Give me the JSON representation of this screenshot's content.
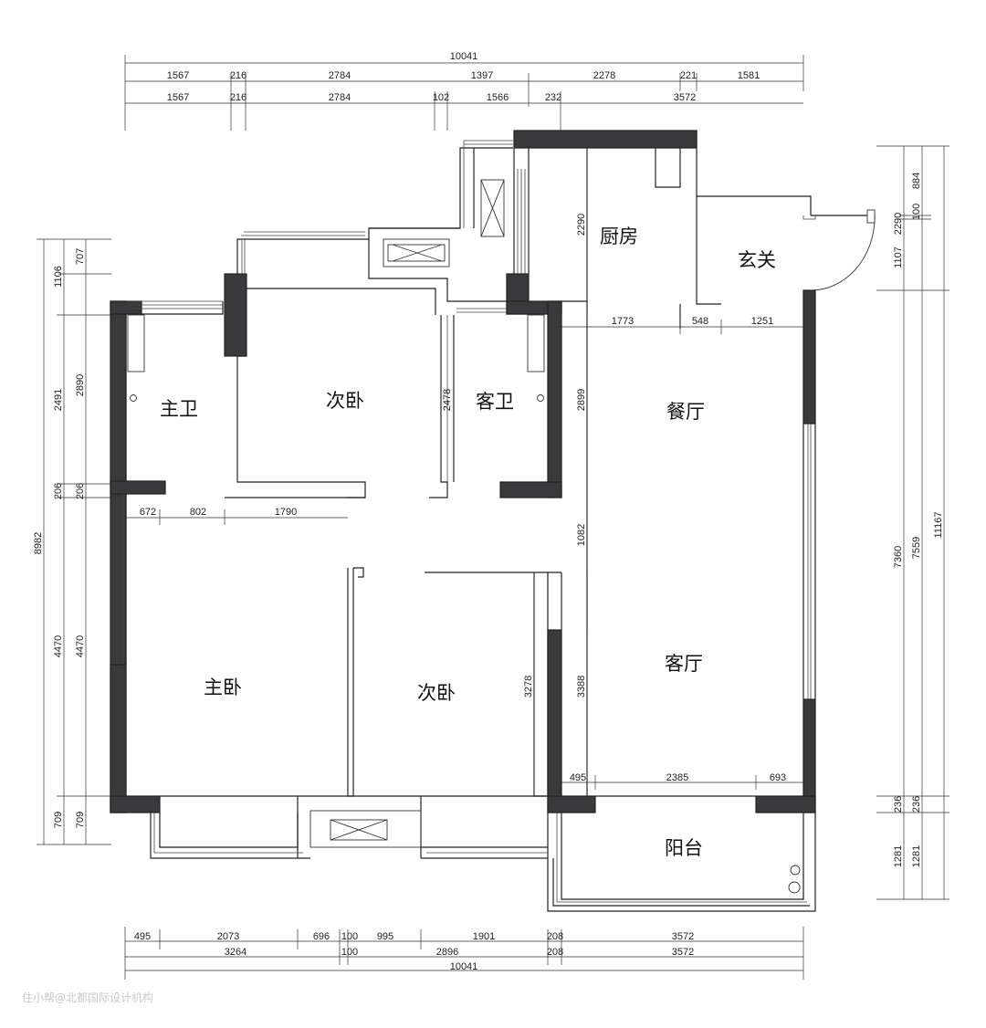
{
  "rooms": {
    "kitchen": "厨房",
    "entry": "玄关",
    "master_bath": "主卫",
    "bedroom_north": "次卧",
    "guest_bath": "客卫",
    "dining": "餐厅",
    "master_bedroom": "主卧",
    "bedroom_south": "次卧",
    "living": "客厅",
    "balcony": "阳台"
  },
  "dimensions": {
    "top_total": "10041",
    "top_row1": [
      "1567",
      "216",
      "2784",
      "1397",
      "2278",
      "221",
      "1581"
    ],
    "top_row2": [
      "1567",
      "216",
      "2784",
      "102",
      "1566",
      "232",
      "3572"
    ],
    "bottom_row1": [
      "495",
      "2073",
      "696",
      "100",
      "995",
      "1901",
      "208",
      "3572"
    ],
    "bottom_row2": [
      "3264",
      "100",
      "2896",
      "208",
      "3572"
    ],
    "bottom_total": "10041",
    "left_outer": "8982",
    "left_row1": [
      "1106",
      "2491",
      "206",
      "4470",
      "709"
    ],
    "left_row2": [
      "707",
      "2890",
      "206",
      "4470",
      "709"
    ],
    "right_row1": [
      "2290",
      "1107",
      "7360",
      "236",
      "1281"
    ],
    "right_row2": [
      "884",
      "100",
      "7559",
      "236",
      "1281"
    ],
    "right_total": "11167",
    "interior": {
      "kitchen_height": "2290",
      "dining_1": "1773",
      "dining_2": "548",
      "dining_3": "1251",
      "guest_bath_h": "2478",
      "dining_h": "2899",
      "mbath_1": "672",
      "mbath_2": "802",
      "mbath_3": "1790",
      "corridor_h": "1082",
      "bedroom_h": "3278",
      "living_h": "3388",
      "bal_1": "495",
      "bal_2": "2385",
      "bal_3": "693"
    }
  },
  "watermark": "住小帮@北都国际设计机构"
}
